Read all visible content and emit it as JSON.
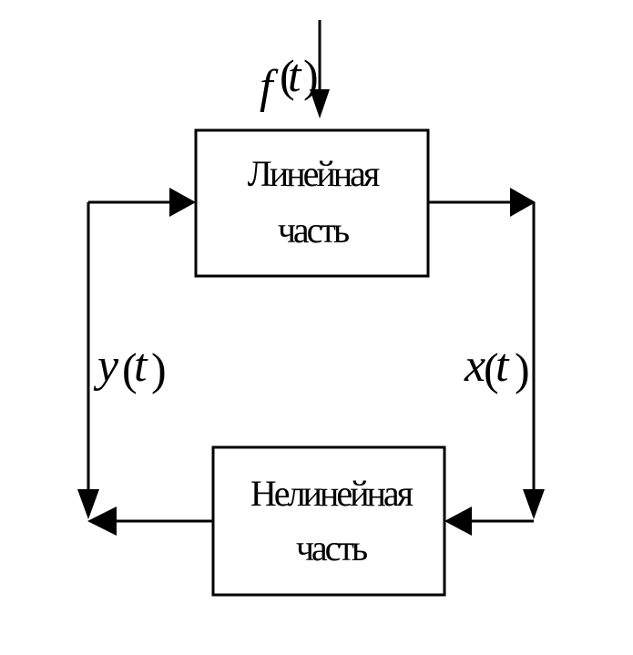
{
  "diagram": {
    "linear_block": {
      "line1": "Линейная",
      "line2": "часть"
    },
    "nonlinear_block": {
      "line1": "Нелинейная",
      "line2": "часть"
    },
    "input_signal": {
      "fn": "f",
      "arg": "t"
    },
    "feedback_signal": {
      "fn": "y",
      "arg": "t"
    },
    "output_signal": {
      "fn": "x",
      "arg": "t"
    }
  }
}
